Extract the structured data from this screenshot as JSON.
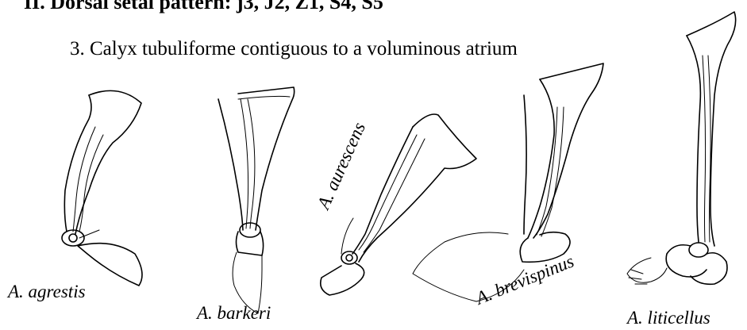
{
  "heading": "II.  Dorsal setal pattern: j3, J2, Z1,  S4,  S5",
  "subheading": "3.  Calyx tubuliforme contiguous to a voluminous  atrium",
  "labels": {
    "agrestis": "A. agrestis",
    "barkeri": "A. barkeri",
    "aurescens": "A. aurescens",
    "brevispinus": "A. brevispinus",
    "liticellus": "A. liticellus"
  }
}
